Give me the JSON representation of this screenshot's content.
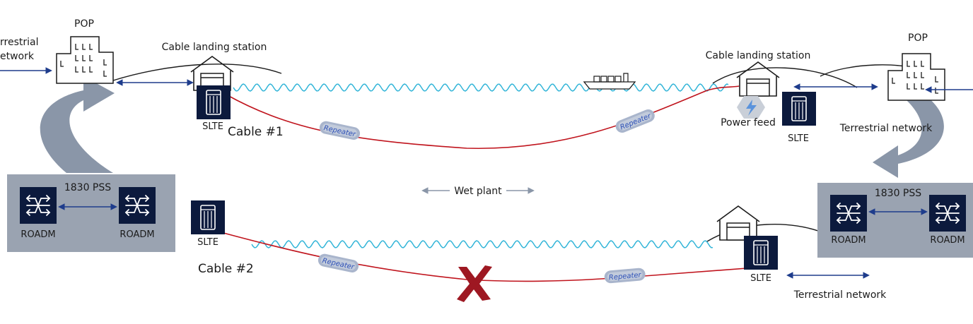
{
  "labels": {
    "terrestrial_left": [
      "rrestrial",
      "etwork"
    ],
    "pop_left": "POP",
    "pop_right": "POP",
    "cls_left": "Cable landing station",
    "cls_right": "Cable landing station",
    "slte": "SLTE",
    "cable1": "Cable #1",
    "cable2": "Cable #2",
    "repeater": "Repeater",
    "power_feed": "Power feed",
    "terrestrial_right": "Terrestrial network",
    "terrestrial_bottom": "Terrestrial network",
    "wet_plant": "Wet plant",
    "pss": "1830 PSS",
    "roadm": "ROADM"
  },
  "colors": {
    "navy": "#0c1a3d",
    "cable_red": "#c0141d",
    "wave_cyan": "#33b5d8",
    "link_blue": "#1e3c8c",
    "arrow_grey": "#8a96a8",
    "pss_box": "#9aa3b1",
    "fault_red": "#9e1822",
    "repeater": "#a9b5cc"
  },
  "icons": {
    "slte": "slte-rack-icon",
    "roadm": "roadm-switch-icon",
    "building": "building-icon",
    "landing_station": "landing-station-icon",
    "ship": "ship-icon",
    "power": "lightning-icon",
    "fault": "cross-icon"
  }
}
